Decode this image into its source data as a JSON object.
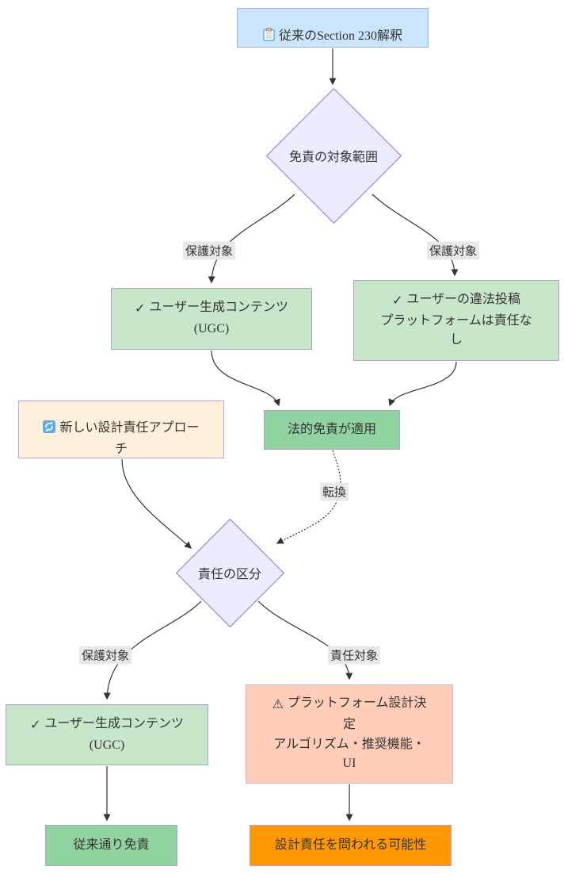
{
  "nodes": {
    "traditional": {
      "icon": "clipboard",
      "label": "従来のSection 230解釈"
    },
    "scope_decision": {
      "label": "免責の対象範囲"
    },
    "ugc_top": {
      "check": "✓",
      "label": "ユーザー生成コンテンツ\n(UGC)"
    },
    "illegal_posts": {
      "check": "✓",
      "label": "ユーザーの違法投稿\nプラットフォームは責任な\nし"
    },
    "new_approach": {
      "icon": "refresh",
      "label": "新しい設計責任アプロー\nチ"
    },
    "legal_immunity": {
      "label": "法的免責が適用"
    },
    "liability_decision": {
      "label": "責任の区分"
    },
    "ugc_bottom": {
      "check": "✓",
      "label": "ユーザー生成コンテンツ\n(UGC)"
    },
    "platform_design": {
      "warning": "⚠",
      "label": "プラットフォーム設計決\n定\nアルゴリズム・推奨機能・\nUI"
    },
    "exempt": {
      "label": "従来通り免責"
    },
    "design_risk": {
      "label": "設計責任を問われる可能性"
    }
  },
  "edge_labels": {
    "protected_left": "保護対象",
    "protected_right": "保護対象",
    "conversion": "転換",
    "protected_bottom": "保護対象",
    "liability_target": "責任対象"
  },
  "palette": {
    "node_text": "#333333",
    "edge_color": "#333333",
    "edge_label_bg": "#e8e8e8",
    "blue_fill": "#cce5ff",
    "diamond_fill": "#ececff",
    "diamond_border": "#9370db",
    "light_green_fill": "#c8e6c9",
    "green_fill": "#90d2a0",
    "cream_fill": "#ffefdb",
    "salmon_fill": "#ffcdb8",
    "orange_fill": "#ff9800",
    "purple_border": "#b39ddb",
    "gray_border": "#a7a7c4"
  }
}
